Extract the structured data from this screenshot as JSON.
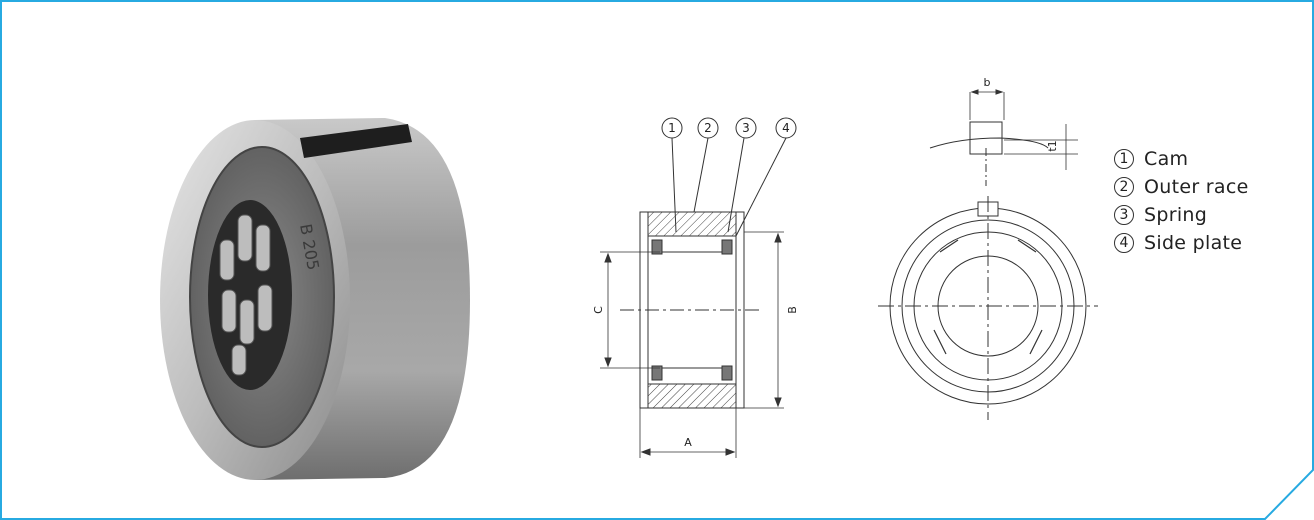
{
  "legend": [
    {
      "num": "1",
      "label": "Cam"
    },
    {
      "num": "2",
      "label": "Outer race"
    },
    {
      "num": "3",
      "label": "Spring"
    },
    {
      "num": "4",
      "label": "Side plate"
    }
  ],
  "callouts": [
    "1",
    "2",
    "3",
    "4"
  ],
  "dimensions": {
    "A": "A",
    "B": "B",
    "C": "C",
    "b": "b",
    "t1": "t1"
  },
  "product_marking": "B 205",
  "colors": {
    "frame": "#27aae1",
    "line": "#333333",
    "metal": "#b8b8b8"
  }
}
